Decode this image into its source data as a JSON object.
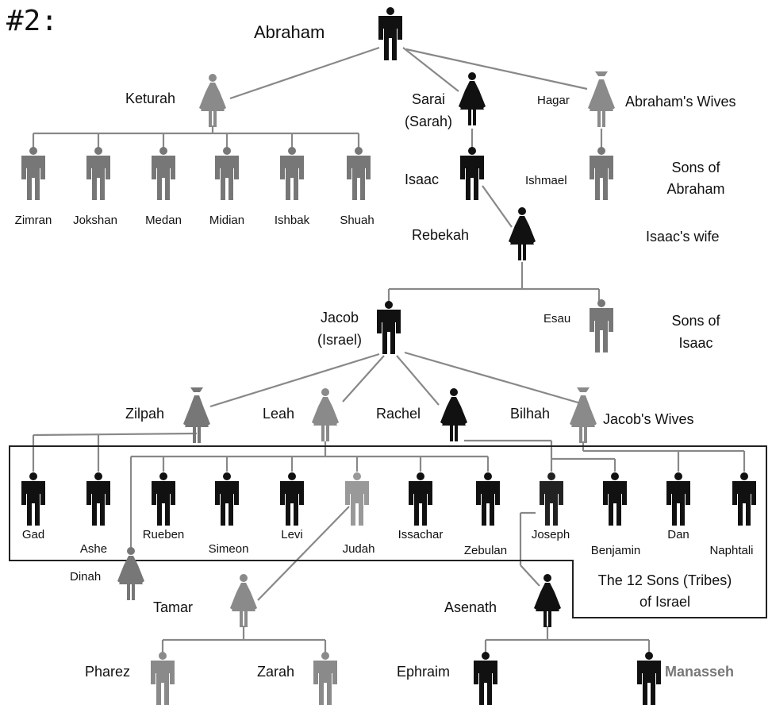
{
  "header": {
    "tag": "#2:"
  },
  "legend": {
    "abrahams_wives": "Abraham's Wives",
    "sons_of_abraham": [
      "Sons of",
      "Abraham"
    ],
    "isaacs_wife": "Isaac's wife",
    "sons_of_isaac": [
      "Sons of",
      "Isaac"
    ],
    "jacobs_wives": "Jacob's Wives",
    "twelve_sons": [
      "The 12 Sons (Tribes)",
      "of Israel"
    ]
  },
  "people": {
    "abraham": "Abraham",
    "keturah": "Keturah",
    "sarai": [
      "Sarai",
      "(Sarah)"
    ],
    "hagar": "Hagar",
    "zimran": "Zimran",
    "jokshan": "Jokshan",
    "medan": "Medan",
    "midian": "Midian",
    "ishbak": "Ishbak",
    "shuah": "Shuah",
    "isaac": "Isaac",
    "ishmael": "Ishmael",
    "rebekah": "Rebekah",
    "jacob": [
      "Jacob",
      "(Israel)"
    ],
    "esau": "Esau",
    "zilpah": "Zilpah",
    "leah": "Leah",
    "rachel": "Rachel",
    "bilhah": "Bilhah",
    "gad": "Gad",
    "ashe": "Ashe",
    "rueben": "Rueben",
    "simeon": "Simeon",
    "levi": "Levi",
    "judah": "Judah",
    "issachar": "Issachar",
    "zebulan": "Zebulan",
    "joseph": "Joseph",
    "benjamin": "Benjamin",
    "dan": "Dan",
    "naphtali": "Naphtali",
    "dinah": "Dinah",
    "tamar": "Tamar",
    "asenath": "Asenath",
    "pharez": "Pharez",
    "zarah": "Zarah",
    "ephraim": "Ephraim",
    "manasseh": "Manasseh"
  },
  "colors": {
    "dark": "#111111",
    "grey": "#8a8a8a",
    "line": "#888888"
  }
}
